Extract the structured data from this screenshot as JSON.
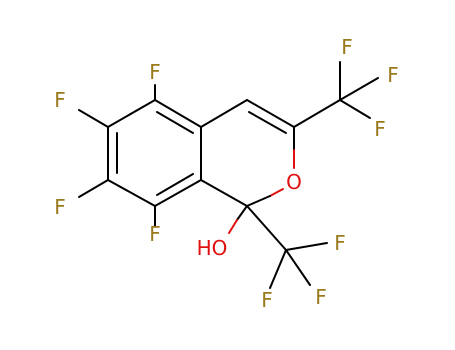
{
  "molecule": {
    "atom_labels": {
      "f5": "F",
      "f6": "F",
      "f7": "F",
      "f8": "F",
      "f_cf3a_1": "F",
      "f_cf3a_2": "F",
      "f_cf3a_3": "F",
      "f_cf3b_1": "F",
      "f_cf3b_2": "F",
      "f_cf3b_3": "F",
      "ring_oxygen": "O",
      "hydroxyl": "HO"
    },
    "colors": {
      "bond": "#000000",
      "fluorine": "#9a7a1a",
      "oxygen": "#e01010",
      "background": "#ffffff"
    }
  }
}
